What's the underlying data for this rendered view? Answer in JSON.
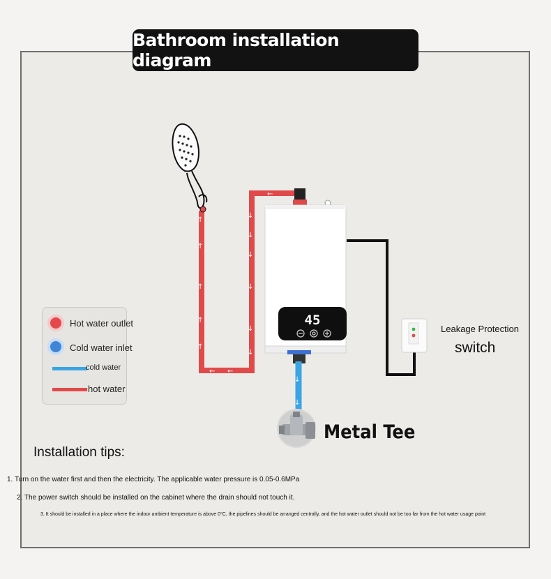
{
  "title": "Bathroom installation diagram",
  "legend": {
    "hot_outlet": "Hot water outlet",
    "cold_inlet": "Cold water inlet",
    "cold_water": "cold water",
    "hot_water": "hot water"
  },
  "heater": {
    "display_value": "45"
  },
  "leakage": {
    "line1": "Leakage Protection",
    "line2": "switch"
  },
  "tee": {
    "label": "Metal Tee"
  },
  "tips": {
    "title": "Installation tips:",
    "items": [
      "1. Turn on the water first and then the electricity. The applicable water pressure is 0.05-0.6MPa",
      "2. The power switch should be installed on the cabinet where the drain should not touch it.",
      "3. It should be installed in a place where the indoor ambient temperature is above 0°C, the pipelines should be arranged centrally, and the hot water outlet should not be too far from the hot water usage point"
    ]
  },
  "colors": {
    "hot_pipe": "#e04a4a",
    "cold_pipe": "#3ba4e4",
    "title_bg": "#121212",
    "wire": "#111111"
  },
  "icons": [
    "shower-head-icon",
    "water-heater-icon",
    "metal-tee-icon",
    "leakage-switch-icon",
    "hot-dot-icon",
    "cold-dot-icon"
  ]
}
